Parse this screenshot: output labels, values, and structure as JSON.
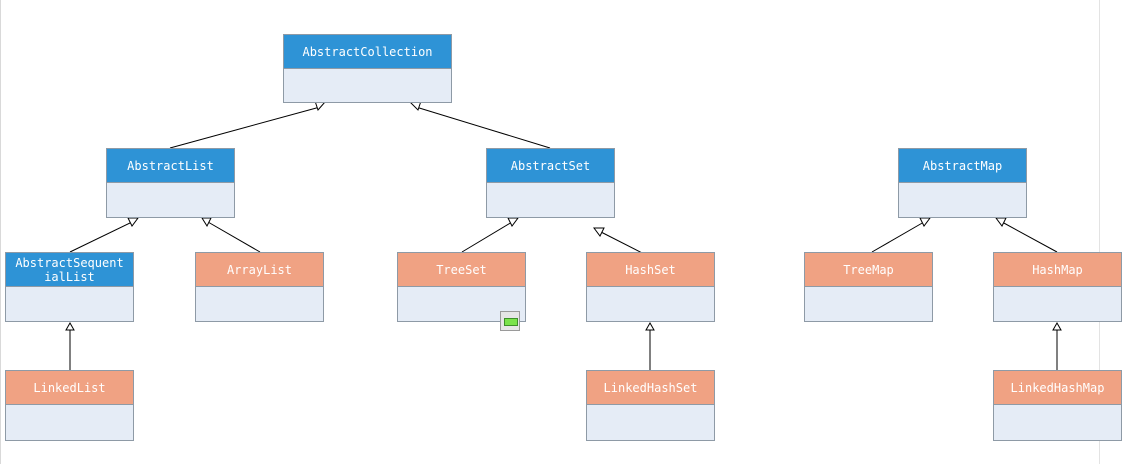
{
  "diagram": {
    "classes": {
      "abstract_collection": "AbstractCollection",
      "abstract_list": "AbstractList",
      "abstract_set": "AbstractSet",
      "abstract_map": "AbstractMap",
      "abstract_sequential_list": "AbstractSequent ialList",
      "array_list": "ArrayList",
      "tree_set": "TreeSet",
      "hash_set": "HashSet",
      "tree_map": "TreeMap",
      "hash_map": "HashMap",
      "linked_list": "LinkedList",
      "linked_hash_set": "LinkedHashSet",
      "linked_hash_map": "LinkedHashMap"
    },
    "inheritance": [
      {
        "child": "AbstractList",
        "parent": "AbstractCollection"
      },
      {
        "child": "AbstractSet",
        "parent": "AbstractCollection"
      },
      {
        "child": "AbstractSequent ialList",
        "parent": "AbstractList"
      },
      {
        "child": "ArrayList",
        "parent": "AbstractList"
      },
      {
        "child": "TreeSet",
        "parent": "AbstractSet"
      },
      {
        "child": "HashSet",
        "parent": "AbstractSet"
      },
      {
        "child": "LinkedList",
        "parent": "AbstractSequent ialList"
      },
      {
        "child": "LinkedHashSet",
        "parent": "HashSet"
      },
      {
        "child": "TreeMap",
        "parent": "AbstractMap"
      },
      {
        "child": "HashMap",
        "parent": "AbstractMap"
      },
      {
        "child": "LinkedHashMap",
        "parent": "HashMap"
      }
    ]
  },
  "colors": {
    "abstract_header": "#2e93d6",
    "concrete_header": "#f0a283",
    "class_body": "#e5ecf6",
    "edge": "#000000"
  },
  "icons": {
    "floating_widget": "green-bar-icon"
  }
}
